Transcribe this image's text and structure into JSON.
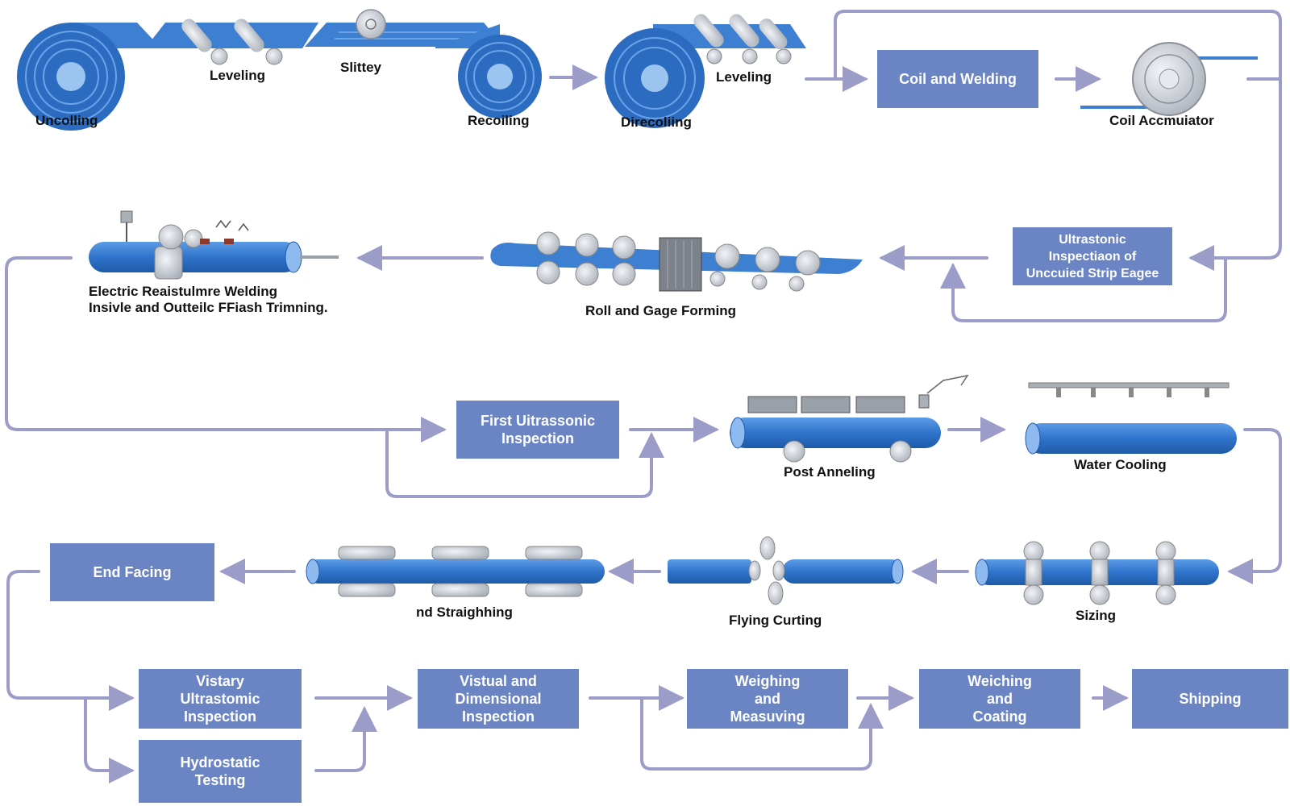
{
  "colors": {
    "arrow": "#9c9cc8",
    "box": "#6b85c4",
    "steel": "#3d7fd1",
    "roller": "#cfd3da"
  },
  "labels": {
    "uncoiling": "Uncolling",
    "leveling_1": "Leveling",
    "slitting": "Slittey",
    "recoiling": "Recoiling",
    "decoiling": "Direcoliing",
    "leveling_2": "Leveling",
    "coil_accumulator": "Coil Accmuiator",
    "erw_line1": "Electric Reaistulmre Welding",
    "erw_line2": "Insivle and Outteilc FFiash Trimning.",
    "roll_gage_forming": "Roll and Gage Forming",
    "post_annealing": "Post Anneling",
    "water_cooling": "Water Cooling",
    "straightening": "nd Straighhing",
    "flying_cutting": "Flying Curting",
    "sizing": "Sizing"
  },
  "boxes": {
    "coil_welding": "Coil and Welding",
    "ultrasonic_strip": "Ultrastonic\nInspectiaon of\nUnccuied Strip Eagee",
    "first_ultrasonic": "First Uitrassonic\nInspection",
    "end_facing": "End Facing",
    "vistary_ultrasonic": "Vistary\nUltrastomic\nInspection",
    "hydrostatic": "Hydrostatic\nTesting",
    "visual_dimensional": "Vistual and\nDimensional\nInspection",
    "weighing_measuring": "Weighing\nand\nMeasuving",
    "weighing_coating": "Weiching\nand\nCoating",
    "shipping": "Shipping"
  }
}
